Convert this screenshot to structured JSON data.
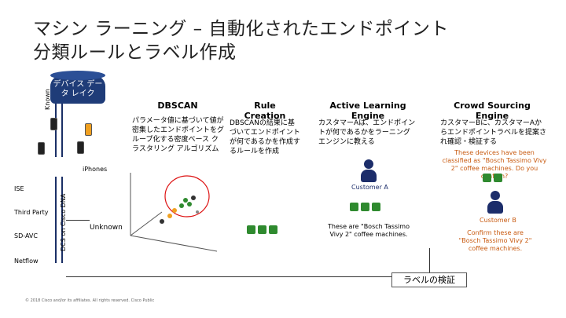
{
  "title_line1": "マシン ラーニング – 自動化されたエンドポイント",
  "title_line2": "分類ルールとラベル作成",
  "lake_label": "デバイス データ レイク",
  "known_label": "Known",
  "iphones_label": "iPhones",
  "dna_label": "DCS on Cisco DNA",
  "sources": [
    "ISE",
    "Third Party",
    "SD-AVC",
    "Netflow"
  ],
  "unknown_label": "Unknown",
  "columns": {
    "dbscan": {
      "header": "DBSCAN",
      "text": "パラメータ値に基づいて値が密集したエンドポイントをグループ化する密度ベース クラスタリング アルゴリズム"
    },
    "rule": {
      "header": "Rule Creation",
      "text": "DBSCANの結果に基づいてエンドポイントが何であるかを作成するルールを作成"
    },
    "active": {
      "header": "Active Learning Engine",
      "text": "カスタマーAは、エンドポイントが何であるかをラーニング エンジンに教える",
      "customer": "Customer A",
      "note": "These are \"Bosch Tassimo Vivy 2\" coffee machines."
    },
    "crowd": {
      "header": "Crowd Sourcing Engine",
      "text": "カスタマーBに、カスタマーAからエンドポイントラベルを提案され確認・検証する",
      "question": "These devices have been classified as \"Bosch Tassimo Vivy 2\" coffee machines. Do you confirm?",
      "customer": "Customer B",
      "note": "Confirm these are \"Bosch Tassimo Vivy 2\" coffee machines."
    }
  },
  "badge_label": "ラベルの検証",
  "footer": "© 2018 Cisco and/or its affiliates. All rights reserved.   Cisco Public",
  "colors": {
    "navy": "#1c2d6a",
    "green": "#2f8a2f",
    "orange": "#c85a10"
  }
}
